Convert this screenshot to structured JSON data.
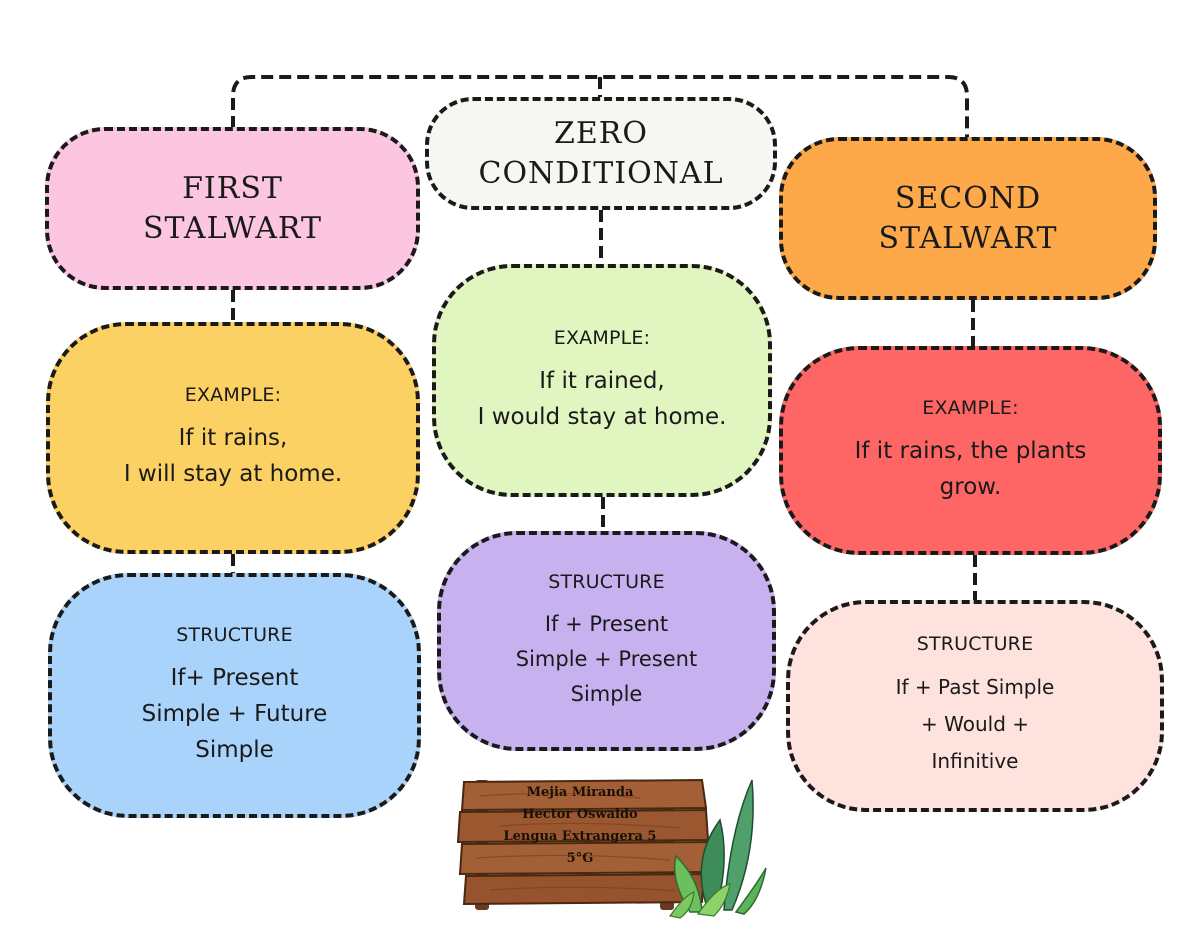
{
  "columns": {
    "first": {
      "title": [
        "FIRST",
        "STALWART"
      ],
      "example_heading": "EXAMPLE:",
      "example_lines": [
        "If it rains,",
        "I will stay at home."
      ],
      "structure_heading": "STRUCTURE",
      "structure_lines": [
        "If+ Present",
        "Simple + Future",
        "Simple"
      ]
    },
    "zero": {
      "title": [
        "ZERO",
        "CONDITIONAL"
      ],
      "example_heading": "EXAMPLE:",
      "example_lines": [
        "If it rained,",
        "I would stay at home."
      ],
      "structure_heading": "STRUCTURE",
      "structure_lines": [
        "If + Present",
        "Simple + Present",
        "Simple"
      ]
    },
    "second": {
      "title": [
        "SECOND",
        "STALWART"
      ],
      "example_heading": "EXAMPLE:",
      "example_lines": [
        "If it rains, the plants",
        "grow."
      ],
      "structure_heading": "STRUCTURE",
      "structure_lines": [
        "If + Past Simple",
        "+ Would +",
        "Infinitive"
      ]
    }
  },
  "credits": {
    "lines": [
      "Mejia Miranda",
      "Hector Oswaldo",
      "Lengua Extrangera 5",
      "5°G"
    ]
  },
  "colors": {
    "first_title": "#fcc6e0",
    "zero_title": "#f6f6f2",
    "second_title": "#fda94a",
    "first_example": "#fcd164",
    "zero_example": "#e0f5bf",
    "second_example": "#fe6665",
    "first_structure": "#a9d3fa",
    "zero_structure": "#c7b1ef",
    "second_structure": "#fde2de",
    "outline": "#1a1a1a"
  },
  "decorations": {
    "sign_icon": "wooden-sign-icon",
    "plant_icon": "leafy-plant-icon"
  }
}
